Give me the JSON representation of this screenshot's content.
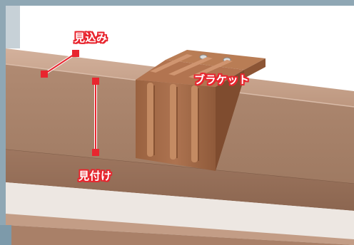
{
  "labels": {
    "mikomi": "見込み",
    "bracket": "ブラケット",
    "mitsuke": "見付け"
  },
  "colors": {
    "frame_border": "#7d9aaa",
    "wood_top": "#c9a590",
    "wood_front": "#a98068",
    "wood_dark": "#8a5f47",
    "bracket_face": "#a36840",
    "bracket_top": "#b57850",
    "marker": "#e8262f"
  }
}
